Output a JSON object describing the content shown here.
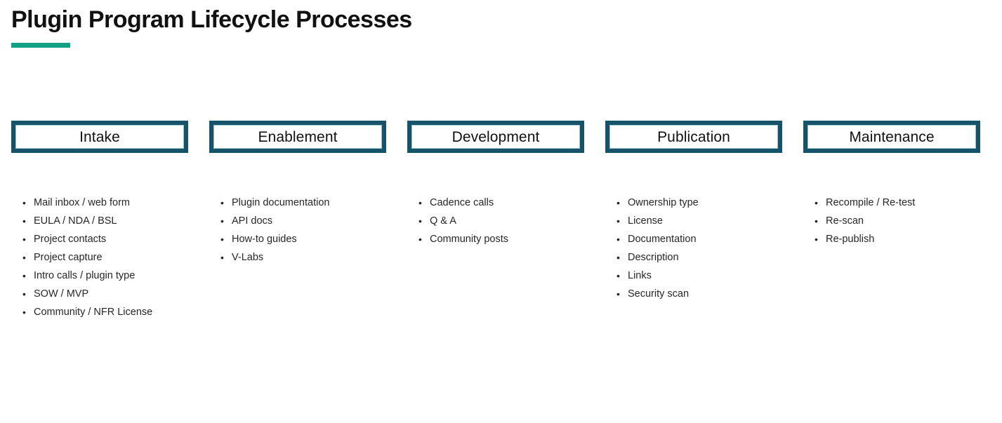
{
  "slide": {
    "title": "Plugin Program Lifecycle Processes",
    "accent_color": "#11a184",
    "box_border_color": "#15536b",
    "box_inner_line_color": "#9ec3cf",
    "background_color": "#ffffff",
    "text_color": "#262626",
    "bullet_glyph": "•"
  },
  "phases": [
    {
      "label": "Intake",
      "items": [
        "Mail inbox / web form",
        "EULA / NDA / BSL",
        "Project contacts",
        "Project capture",
        "Intro calls / plugin type",
        "SOW / MVP",
        "Community / NFR License"
      ]
    },
    {
      "label": "Enablement",
      "items": [
        "Plugin documentation",
        "API docs",
        "How-to guides",
        "V-Labs"
      ]
    },
    {
      "label": "Development",
      "items": [
        "Cadence calls",
        "Q & A",
        "Community posts"
      ]
    },
    {
      "label": "Publication",
      "items": [
        "Ownership type",
        "License",
        "Documentation",
        "Description",
        "Links",
        "Security scan"
      ]
    },
    {
      "label": "Maintenance",
      "items": [
        "Recompile / Re-test",
        "Re-scan",
        "Re-publish"
      ]
    }
  ]
}
